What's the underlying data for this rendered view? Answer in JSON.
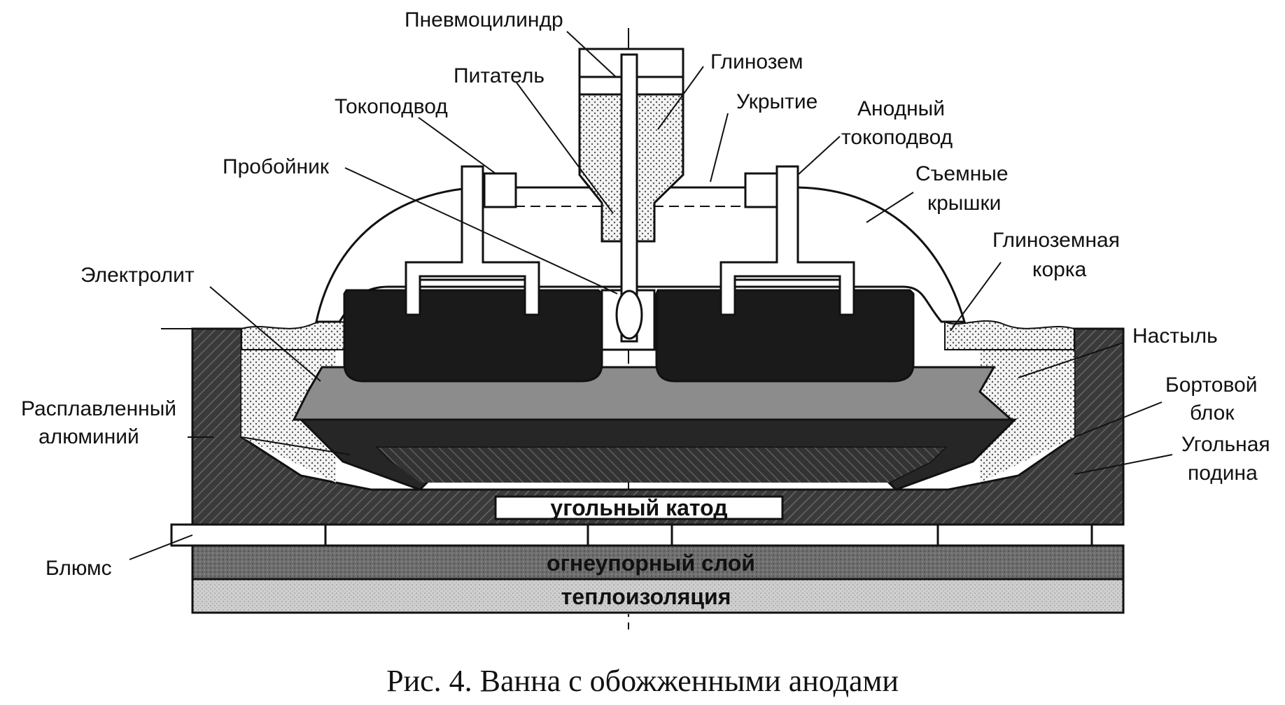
{
  "caption": "Рис. 4. Ванна с обожженными анодами",
  "labels": {
    "pneumo": "Пневмоцилиндр",
    "feeder": "Питатель",
    "alumina": "Глинозем",
    "busbar": "Токоподвод",
    "cover": "Укрытие",
    "anode_bus_1": "Анодный",
    "anode_bus_2": "токоподвод",
    "punch": "Пробойник",
    "lids_1": "Съемные",
    "lids_2": "крышки",
    "crust_1": "Глиноземная",
    "crust_2": "корка",
    "electrolyte": "Электролит",
    "ledge": "Настыль",
    "side_1": "Бортовой",
    "side_2": "блок",
    "molten_1": "Расплавленный",
    "molten_2": "алюминий",
    "bottom_1": "Угольная",
    "bottom_2": "подина",
    "blooms": "Блюмс",
    "cathode": "угольный катод",
    "refractory": "огнеупорный слой",
    "insulation": "теплоизоляция"
  },
  "colors": {
    "anode": "#1a1a1a",
    "electrolyte": "#8c8c8c",
    "metal": "#262626",
    "lining": "#3a3a3a",
    "refractory": "#6e6e6e",
    "insulation": "#cfcfcf",
    "ledge_dots": "#f2f2f2"
  }
}
